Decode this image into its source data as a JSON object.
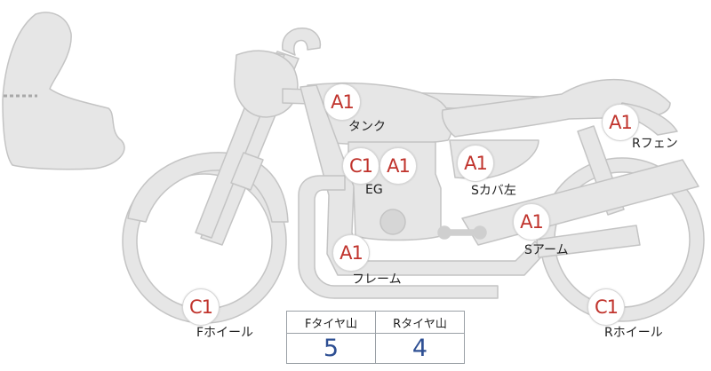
{
  "colors": {
    "badge_text": "#c0332c",
    "part_fill": "#e6e6e6",
    "part_stroke": "#c4c4c4",
    "table_value": "#2e4f93"
  },
  "badges": [
    {
      "name": "tank",
      "code": "A1"
    },
    {
      "name": "engine-c",
      "code": "C1"
    },
    {
      "name": "engine-a",
      "code": "A1"
    },
    {
      "name": "side-cover",
      "code": "A1"
    },
    {
      "name": "rear-fender",
      "code": "A1"
    },
    {
      "name": "swing-arm",
      "code": "A1"
    },
    {
      "name": "frame",
      "code": "A1"
    },
    {
      "name": "front-wheel",
      "code": "C1"
    },
    {
      "name": "rear-wheel",
      "code": "C1"
    }
  ],
  "labels": {
    "tank": "タンク",
    "engine": "EG",
    "side_cover": "Sカバ左",
    "rear_fender": "Rフェン",
    "swing_arm": "Sアーム",
    "frame": "フレーム",
    "front_wheel": "Fホイール",
    "rear_wheel": "Rホイール"
  },
  "tread_table": {
    "front_header": "Fタイヤ山",
    "rear_header": "Rタイヤ山",
    "front_value": "5",
    "rear_value": "4"
  }
}
